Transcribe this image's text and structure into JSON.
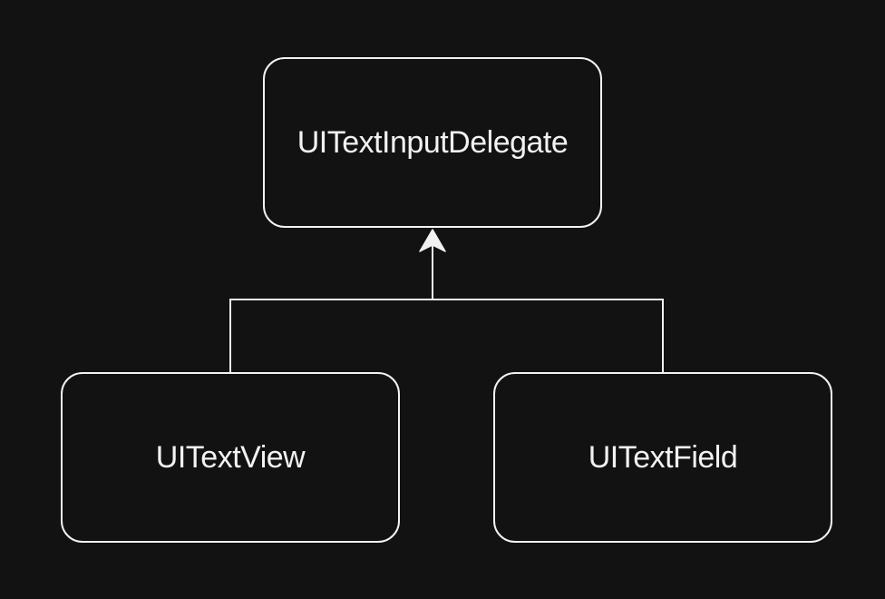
{
  "diagram": {
    "parent": {
      "label": "UITextInputDelegate"
    },
    "children": [
      {
        "label": "UITextView"
      },
      {
        "label": "UITextField"
      }
    ],
    "relationship": "inheritance"
  },
  "colors": {
    "background": "#121212",
    "stroke": "#f2f2f2",
    "text": "#f2f2f2"
  }
}
